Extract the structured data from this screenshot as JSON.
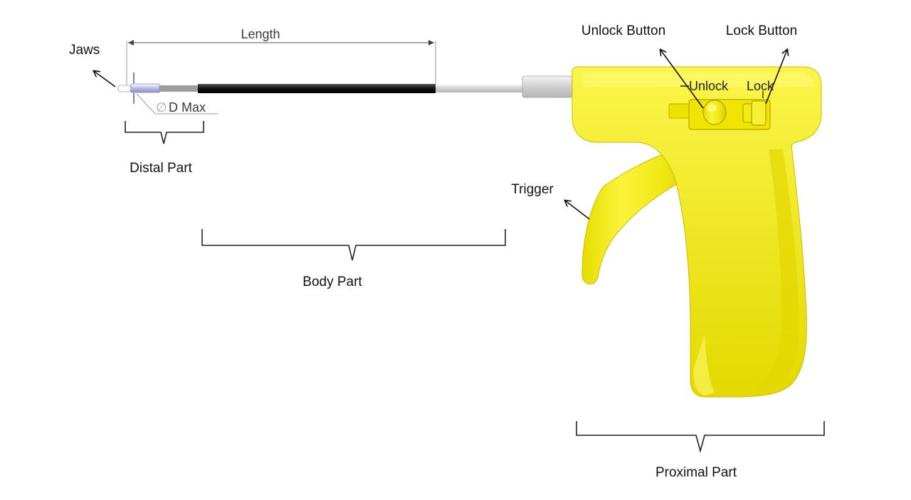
{
  "labels": {
    "jaws": "Jaws",
    "length": "Length",
    "diameter": "D Max",
    "diameter_symbol": "∅",
    "distal_part": "Distal Part",
    "body_part": "Body Part",
    "trigger": "Trigger",
    "unlock_button": "Unlock Button",
    "lock_button": "Lock Button",
    "proximal_part": "Proximal Part",
    "slider_unlock": "Unlock",
    "slider_lock": "Lock"
  },
  "colors": {
    "handle": "#f2ea1f",
    "handle_shade": "#c9c000",
    "shaft": "#111111",
    "sheath": "#d8d8d8"
  }
}
